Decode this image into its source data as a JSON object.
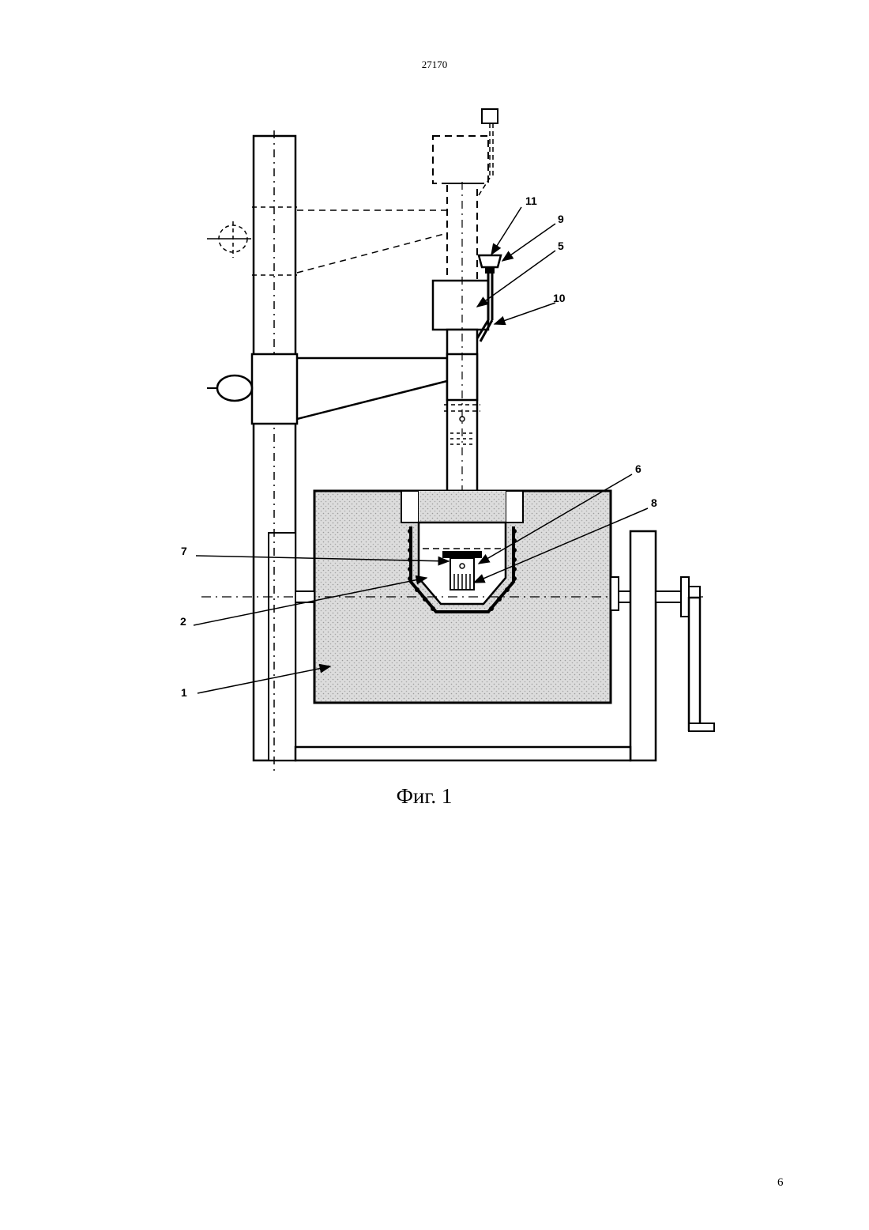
{
  "header": {
    "doc_number": "27170"
  },
  "figure": {
    "caption": "Фиг. 1",
    "callouts": [
      {
        "id": "1",
        "text": "1"
      },
      {
        "id": "2",
        "text": "2"
      },
      {
        "id": "5",
        "text": "5"
      },
      {
        "id": "6",
        "text": "6"
      },
      {
        "id": "7",
        "text": "7"
      },
      {
        "id": "8",
        "text": "8"
      },
      {
        "id": "9",
        "text": "9"
      },
      {
        "id": "10",
        "text": "10"
      },
      {
        "id": "11",
        "text": "11"
      }
    ],
    "colors": {
      "line": "#000000",
      "fill_body": "#d9d9d9",
      "background": "#ffffff"
    }
  },
  "footer": {
    "page_number": "6"
  }
}
